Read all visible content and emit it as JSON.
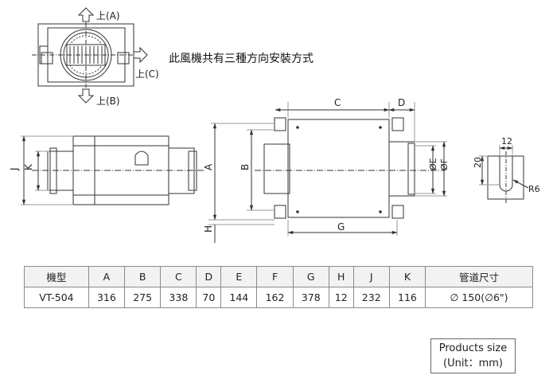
{
  "top_view": {
    "labels": {
      "up_a": "上(A)",
      "side_c": "上(C)",
      "down_b": "上(B)"
    }
  },
  "note": "此風機共有三種方向安裝方式",
  "dimension_letters": {
    "j": "J",
    "k": "K",
    "a": "A",
    "b": "B",
    "c": "C",
    "d": "D",
    "e": "ØE",
    "f": "ØF",
    "g": "G",
    "h": "H"
  },
  "bracket_detail": {
    "width": "12",
    "height": "20",
    "radius": "R6"
  },
  "spec_table": {
    "headers": [
      "機型",
      "A",
      "B",
      "C",
      "D",
      "E",
      "F",
      "G",
      "H",
      "J",
      "K",
      "管道尺寸"
    ],
    "rows": [
      [
        "VT-504",
        "316",
        "275",
        "338",
        "70",
        "144",
        "162",
        "378",
        "12",
        "232",
        "116",
        "∅ 150(∅6\")"
      ]
    ]
  },
  "size_box": {
    "line1": "Products size",
    "line2": "(Unit：mm)"
  }
}
